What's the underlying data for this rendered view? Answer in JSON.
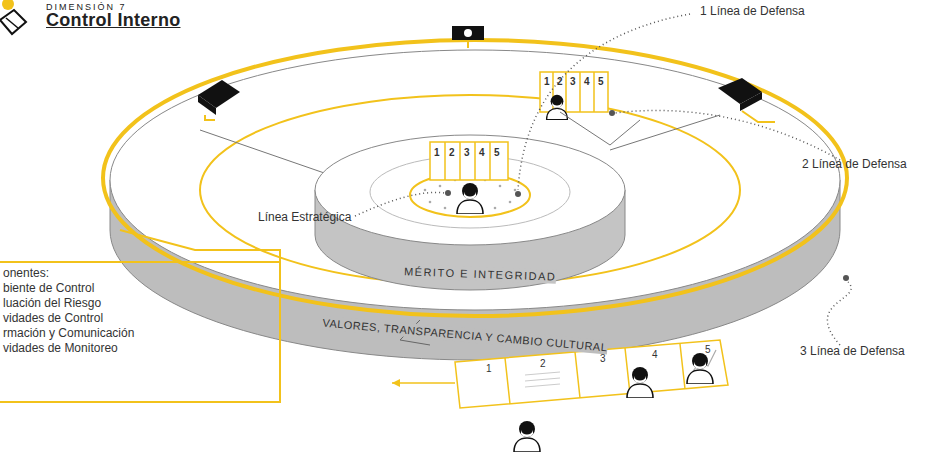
{
  "diagram": {
    "title": "Control Interno",
    "nodes": [
      {
        "text": [
          "onentes:",
          "biente de Control",
          "luación del Riesgo",
          "vidades de Control",
          "rmación y Comunicación",
          "vidades de Monitoreo"
        ]
      }
    ],
    "labels": [
      "DIMENSIÓN 7",
      "1 Línea de Defensa",
      "Línea Estratégica",
      "1",
      "2",
      "3",
      "4",
      "5",
      "1",
      "2",
      "3",
      "4",
      "5",
      "2 Línea de Defensa",
      "MÉRITO E INTEGRIDAD",
      "VALORES, TRANSPARENCIA Y CAMBIO CULTURAL",
      "3 Línea de Defensa",
      "1",
      "2",
      "3",
      "4",
      "5"
    ]
  }
}
